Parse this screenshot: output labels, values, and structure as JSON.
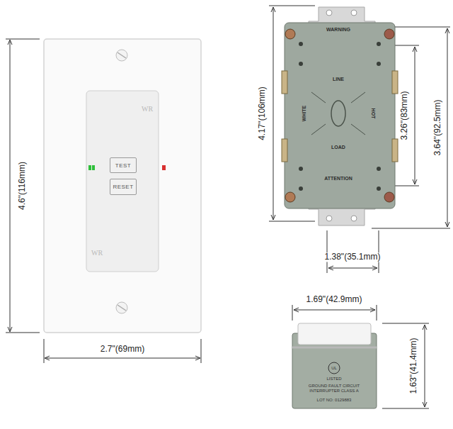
{
  "diagram": {
    "nodes": [
      {
        "text": [
          "TEST"
        ]
      },
      {
        "text": [
          "RESET"
        ]
      }
    ],
    "labels": [
      "4.6\"(116mm)",
      "2.7\"(69mm)",
      "4.17\"(106mm)",
      "3.26\"(83mm)",
      "3.64\"(92.5mm)",
      "1.38\"(35.1mm)",
      "1.69\"(42.9mm)",
      "1.63\"(41.4mm)",
      "WR",
      "WR",
      "WARNING",
      "LINE",
      "WHITE",
      "HOT",
      "LOAD",
      "ATTENTION",
      "UL",
      "LISTED",
      "GROUND FAULT CIRCUIT INTERRUPTER CLASS A",
      "LOT NO: 0129883"
    ]
  }
}
